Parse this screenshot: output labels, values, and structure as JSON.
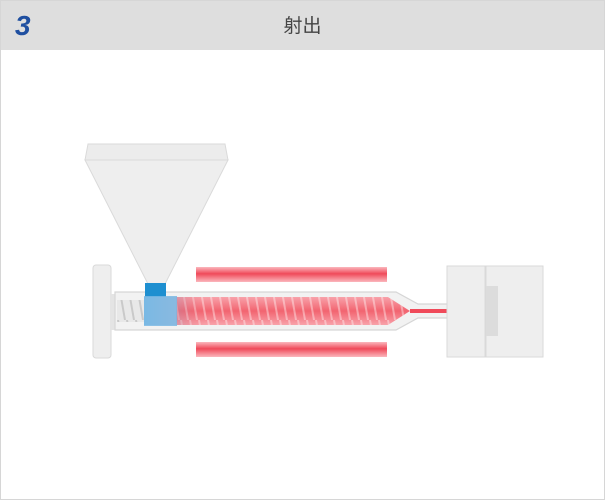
{
  "header": {
    "step_number": "3",
    "title": "射出"
  },
  "colors": {
    "header_bg": "#dedede",
    "step_number": "#1f4fa0",
    "title_text": "#444444",
    "machine_gray": "#eeeeee",
    "machine_outline": "#d4d4d4",
    "heater_red": "#f04a5a",
    "molten_resin": "#f26470",
    "pellet_blue": "#1e8fd0"
  },
  "diagram": {
    "components": [
      "hopper",
      "pellet-feed",
      "screw",
      "barrel",
      "heater-bands",
      "molten-resin",
      "nozzle",
      "mold"
    ]
  }
}
